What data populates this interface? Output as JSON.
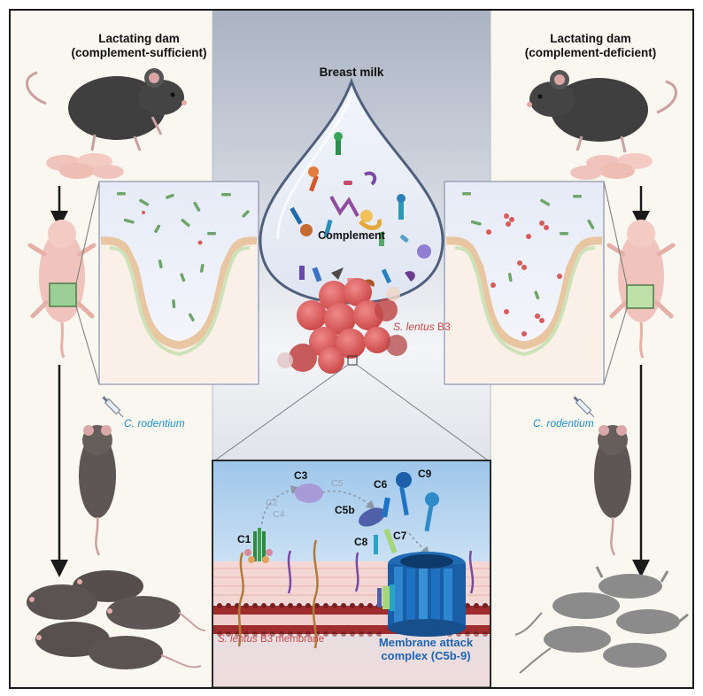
{
  "left": {
    "title_line1": "Lactating dam",
    "title_line2": "(complement-sufficient)",
    "pathogen": "C. rodentium"
  },
  "right": {
    "title_line1": "Lactating dam",
    "title_line2": "(complement-deficient)",
    "pathogen": "C. rodentium"
  },
  "center": {
    "milk_title": "Breast milk",
    "complement_label": "Complement",
    "bacterium_species": "S. lentus",
    "bacterium_strain": "B3"
  },
  "inset": {
    "components": {
      "c1": "C1",
      "c3": "C3",
      "c5b": "C5b",
      "c6": "C6",
      "c7": "C7",
      "c8": "C8",
      "c9": "C9",
      "c2": "C2",
      "c4": "C4",
      "c5": "C5"
    },
    "membrane_species": "S. lentus",
    "membrane_rest": "B3 membrane",
    "mac_line1": "Membrane attack",
    "mac_line2": "complex (C5b-9)"
  },
  "colors": {
    "mouse_dark": "#3f3f3f",
    "pup_pink": "#f0c4bc",
    "bacteria_red": "#d85c5c",
    "mac_blue": "#1e6cb4",
    "membrane_red": "#a02d2d",
    "commensal_green": "#6fa56a"
  },
  "icons": [
    "syringe-icon",
    "mouse-icon",
    "pup-icon",
    "intestinal-crypt-icon",
    "milk-drop-icon",
    "bacteria-cluster-icon",
    "mac-pore-icon"
  ]
}
